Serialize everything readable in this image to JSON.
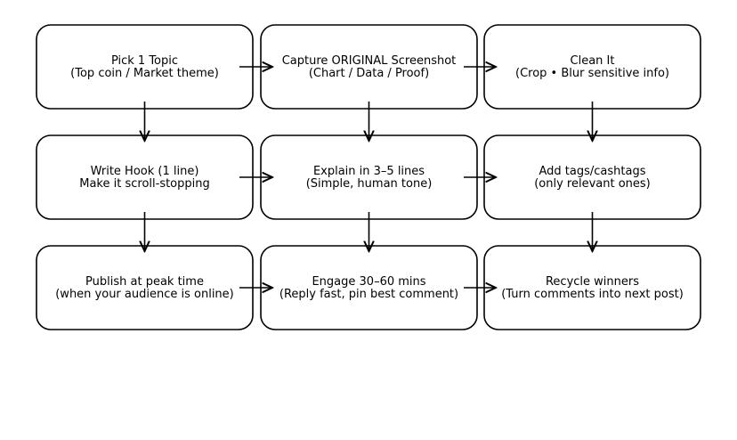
{
  "diagram": {
    "nodes": [
      {
        "id": "topic",
        "line1": "Pick 1 Topic",
        "line2": "(Top coin / Market theme)"
      },
      {
        "id": "capture",
        "line1": "Capture ORIGINAL Screenshot",
        "line2": "(Chart / Data / Proof)"
      },
      {
        "id": "clean",
        "line1": "Clean It",
        "line2": "(Crop • Blur sensitive info)"
      },
      {
        "id": "hook",
        "line1": "Write Hook (1 line)",
        "line2": "Make it scroll-stopping"
      },
      {
        "id": "explain",
        "line1": "Explain in 3–5 lines",
        "line2": "(Simple, human tone)"
      },
      {
        "id": "tags",
        "line1": "Add tags/cashtags",
        "line2": "(only relevant ones)"
      },
      {
        "id": "publish",
        "line1": "Publish at peak time",
        "line2": "(when your audience is online)"
      },
      {
        "id": "engage",
        "line1": "Engage 30–60 mins",
        "line2": "(Reply fast, pin best comment)"
      },
      {
        "id": "recycle",
        "line1": "Recycle winners",
        "line2": "(Turn comments into next post)"
      }
    ],
    "edges": [
      {
        "from": "topic",
        "to": "capture"
      },
      {
        "from": "capture",
        "to": "clean"
      },
      {
        "from": "hook",
        "to": "explain"
      },
      {
        "from": "explain",
        "to": "tags"
      },
      {
        "from": "publish",
        "to": "engage"
      },
      {
        "from": "engage",
        "to": "recycle"
      },
      {
        "from": "topic",
        "to": "hook"
      },
      {
        "from": "capture",
        "to": "explain"
      },
      {
        "from": "clean",
        "to": "tags"
      },
      {
        "from": "hook",
        "to": "publish"
      },
      {
        "from": "explain",
        "to": "engage"
      },
      {
        "from": "tags",
        "to": "recycle"
      }
    ]
  }
}
